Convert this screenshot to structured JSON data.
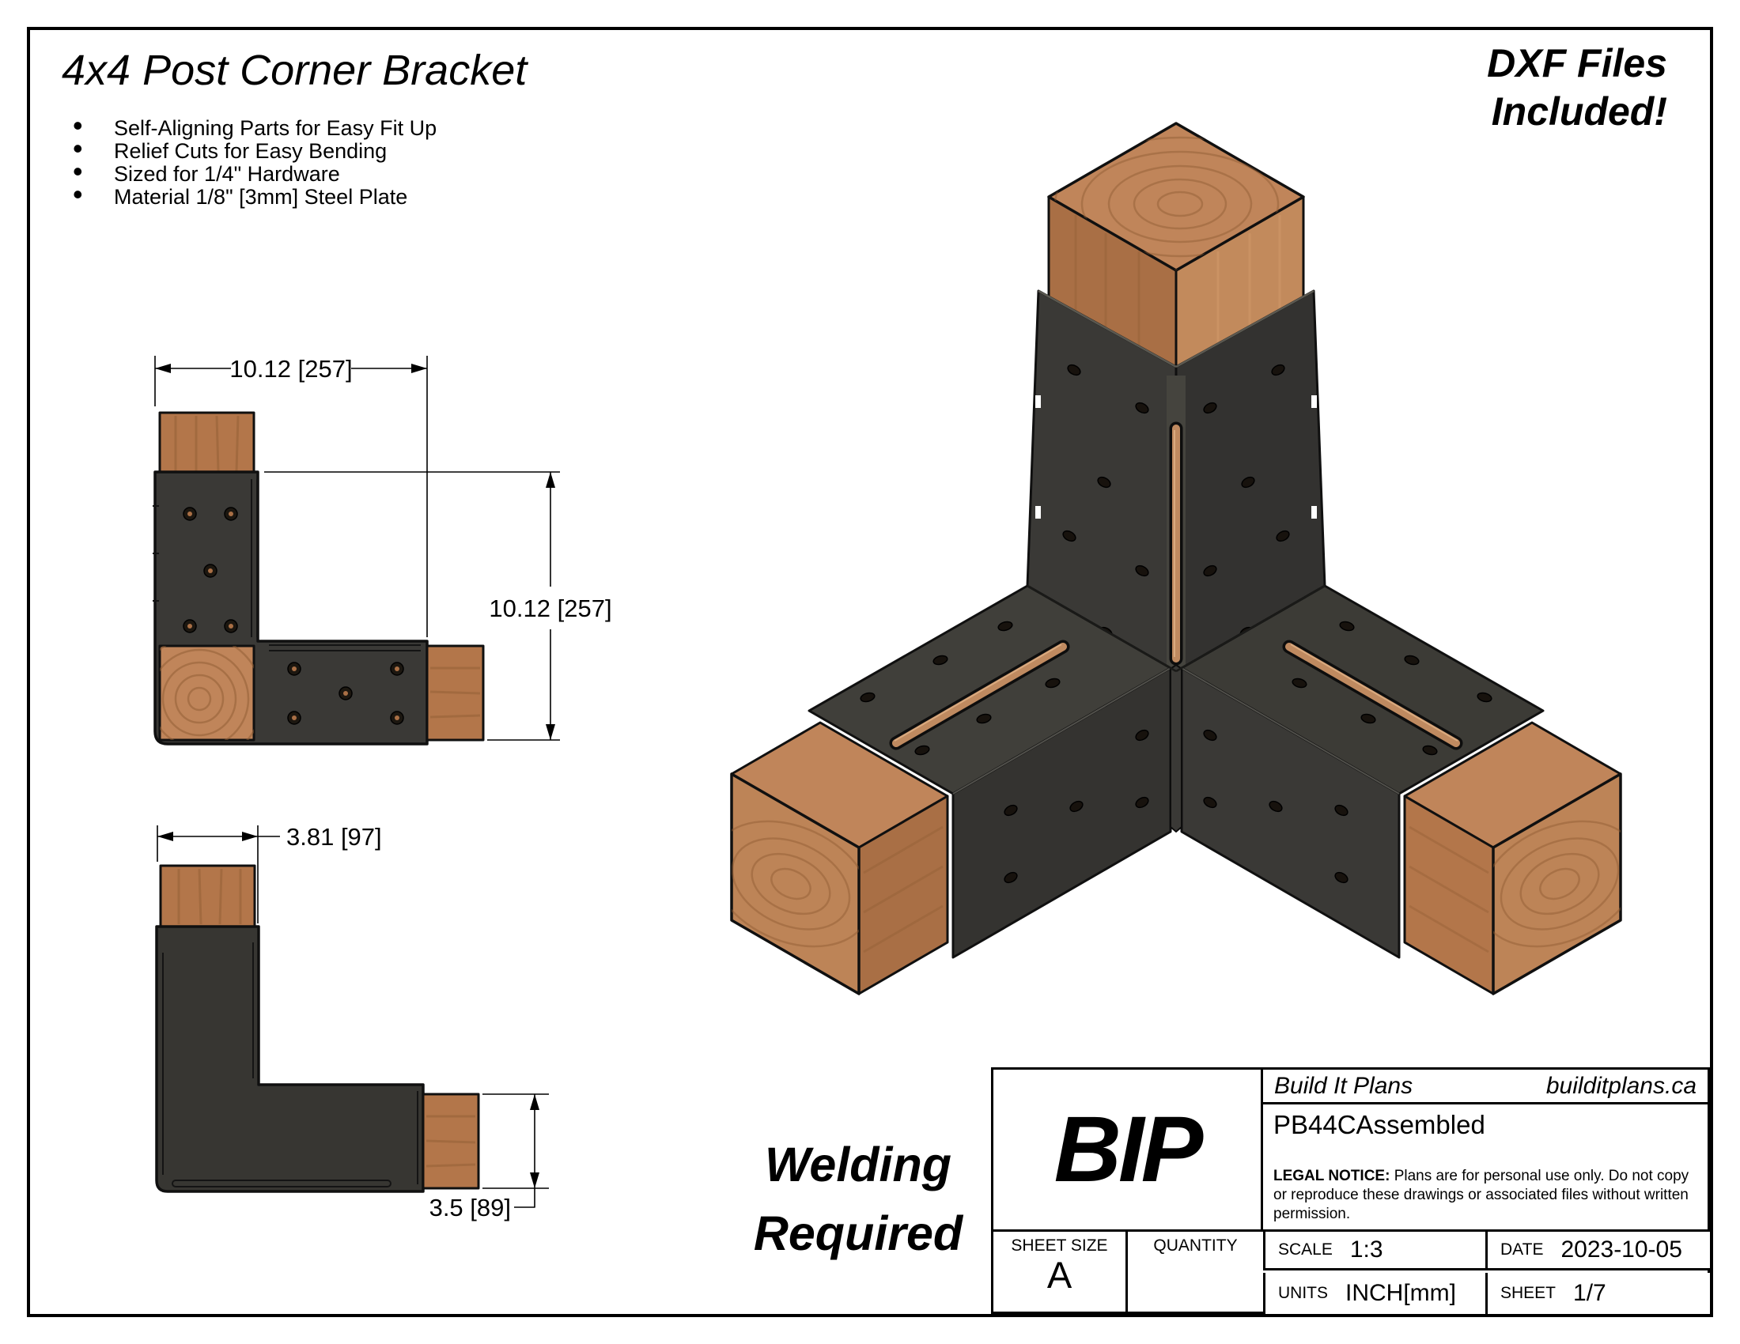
{
  "header": {
    "title": "4x4 Post Corner Bracket",
    "bullets": [
      "Self-Aligning Parts for Easy Fit Up",
      "Relief Cuts for Easy Bending",
      "Sized for 1/4\" Hardware",
      "Material 1/8\" [3mm] Steel Plate"
    ],
    "dxf_line1": "DXF Files",
    "dxf_line2": "Included!"
  },
  "annotations": {
    "welding_line1": "Welding",
    "welding_line2": "Required"
  },
  "dimensions": {
    "top_view_width": "10.12 [257]",
    "top_view_height": "10.12 [257]",
    "side_view_width": "3.81 [97]",
    "side_view_post": "3.5 [89]"
  },
  "title_block": {
    "logo": "BIP",
    "company": "Build It Plans",
    "website": "builditplans.ca",
    "part_name": "PB44CAssembled",
    "legal_bold": "LEGAL NOTICE:",
    "legal_text": " Plans are for personal use only. Do not copy or reproduce these drawings or associated files without written permission.",
    "sheet_size_label": "SHEET SIZE",
    "sheet_size_value": "A",
    "quantity_label": "QUANTITY",
    "scale_label": "SCALE",
    "scale_value": "1:3",
    "units_label": "UNITS",
    "units_value": "INCH[mm]",
    "date_label": "DATE",
    "date_value": "2023-10-05",
    "sheet_label": "SHEET",
    "sheet_value": "1/7"
  },
  "colors": {
    "steel_left": "#3a3936",
    "steel_right": "#343330",
    "steel_top": "#403f3a",
    "outline": "#101010",
    "wood_side": "#b3764a",
    "wood_side_light": "#c28a5c",
    "wood_end": "#c0855a",
    "wood_ring": "#8f5c33",
    "slot_wood": "#bf8a60"
  }
}
